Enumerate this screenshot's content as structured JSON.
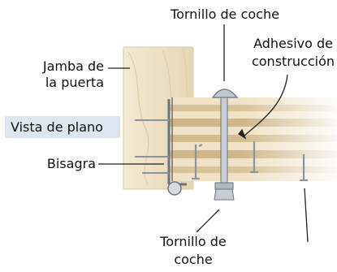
{
  "labels": {
    "carriage_bolt_top": "Tornillo de coche",
    "adhesive_line1": "Adhesivo de",
    "adhesive_line2": "construcción",
    "jamb_line1": "Jamba de",
    "jamb_line2": "la puerta",
    "plan_view": "Vista de plano",
    "hinge": "Bisagra",
    "carriage_bolt_bottom_line1": "Tornillo de",
    "carriage_bolt_bottom_line2": "coche"
  },
  "colors": {
    "badge_bg": "#dde6ef",
    "wood_light": "#efe2c6",
    "wood_dark": "#cfb78a",
    "metal": "#9aa3ad"
  }
}
